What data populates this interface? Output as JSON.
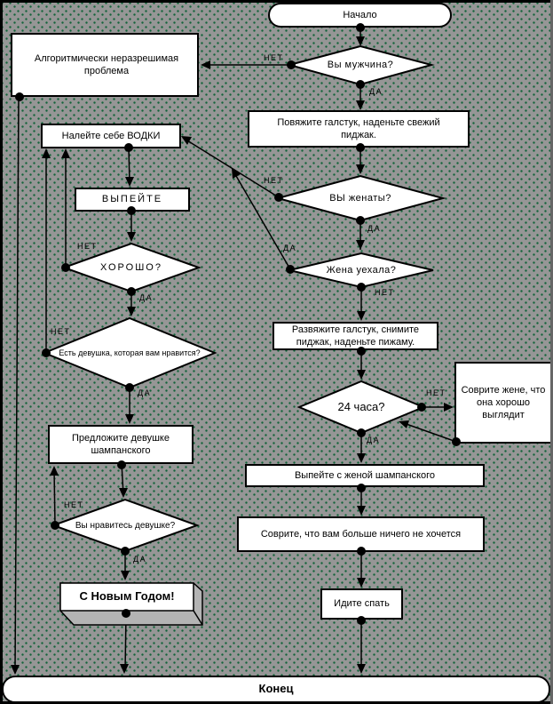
{
  "flowchart": {
    "nodes": {
      "start": {
        "label": "Начало",
        "type": "terminator"
      },
      "unsolvable": {
        "label": "Алгоритмически неразрешимая проблема",
        "type": "process"
      },
      "is_man": {
        "label": "Вы мужчина?",
        "type": "decision"
      },
      "put_on_tie": {
        "label": "Повяжите галстук, наденьте свежий пиджак.",
        "type": "process"
      },
      "are_you_married": {
        "label": "ВЫ женаты?",
        "type": "decision"
      },
      "wife_left": {
        "label": "Жена уехала?",
        "type": "decision"
      },
      "pour_vodka": {
        "label": "Налейте себе ВОДКИ",
        "type": "process"
      },
      "drink": {
        "label": "ВЫПЕЙТЕ",
        "type": "process"
      },
      "feeling_good": {
        "label": "ХОРОШО?",
        "type": "decision"
      },
      "girl_you_like": {
        "label": "Есть девушка, которая вам нравится?",
        "type": "decision"
      },
      "offer_champagne": {
        "label": "Предложите девушке шампанского",
        "type": "process"
      },
      "girl_likes_you": {
        "label": "Вы нравитесь девушке?",
        "type": "decision"
      },
      "happy_new_year": {
        "label": "С Новым Годом!",
        "type": "display"
      },
      "untie_tie": {
        "label": "Развяжите галстук, снимите пиджак, наденьте пижаму.",
        "type": "process"
      },
      "hours_24": {
        "label": "24 часа?",
        "type": "decision"
      },
      "lie_to_wife": {
        "label": "Соврите жене, что она хорошо выглядит",
        "type": "process"
      },
      "champagne_with_wife": {
        "label": "Выпейте с женой шампанского",
        "type": "process"
      },
      "lie_nothing_more": {
        "label": "Соврите, что вам больше ничего не хочется",
        "type": "process"
      },
      "go_to_sleep": {
        "label": "Идите спать",
        "type": "process"
      },
      "end": {
        "label": "Конец",
        "type": "terminator"
      }
    },
    "edge_labels": {
      "yes": "ДА",
      "no": "НЕТ"
    }
  },
  "colors": {
    "background": "#969696",
    "dot_texture": "#14643a",
    "shape_fill": "#ffffff",
    "stroke": "#000000",
    "plaque_side": "#b4b4b4"
  }
}
